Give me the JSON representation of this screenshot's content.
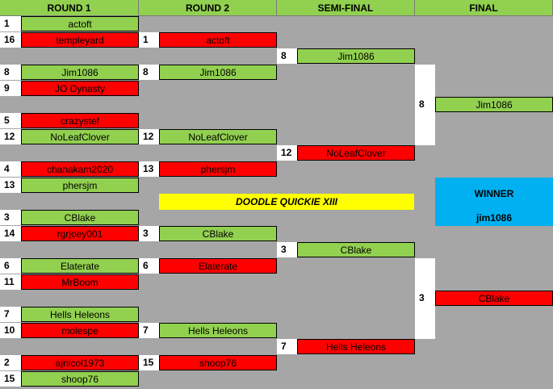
{
  "headers": [
    "ROUND 1",
    "ROUND 2",
    "SEMI-FINAL",
    "FINAL"
  ],
  "title": "DOODLE QUICKIE XIII",
  "winner": {
    "label": "WINNER",
    "name": "jim1086"
  },
  "colors": {
    "winner_cell": "#92d050",
    "loser_cell": "#ff0000",
    "header": "#92d050",
    "title_bar": "#ffff00",
    "winner_box": "#00b0f0",
    "background": "#a6a6a6"
  },
  "round1": [
    {
      "seed": "1",
      "name": "actoft",
      "result": "win"
    },
    {
      "seed": "16",
      "name": "templeyard",
      "result": "lose"
    },
    {
      "seed": "8",
      "name": "Jim1086",
      "result": "win"
    },
    {
      "seed": "9",
      "name": "JO Dynasty",
      "result": "lose"
    },
    {
      "seed": "5",
      "name": "crazystef",
      "result": "lose"
    },
    {
      "seed": "12",
      "name": "NoLeafClover",
      "result": "win"
    },
    {
      "seed": "4",
      "name": "chanakam2020",
      "result": "lose"
    },
    {
      "seed": "13",
      "name": "phersjm",
      "result": "win"
    },
    {
      "seed": "3",
      "name": "CBlake",
      "result": "win"
    },
    {
      "seed": "14",
      "name": "rgrjoey001",
      "result": "lose"
    },
    {
      "seed": "6",
      "name": "Elaterate",
      "result": "win"
    },
    {
      "seed": "11",
      "name": "MrBoom",
      "result": "lose"
    },
    {
      "seed": "7",
      "name": "Hells Heleons",
      "result": "win"
    },
    {
      "seed": "10",
      "name": "molespe",
      "result": "lose"
    },
    {
      "seed": "2",
      "name": "ajnicol1973",
      "result": "lose"
    },
    {
      "seed": "15",
      "name": "shoop76",
      "result": "win"
    }
  ],
  "round2": [
    {
      "seed": "1",
      "name": "actoft",
      "result": "lose"
    },
    {
      "seed": "8",
      "name": "Jim1086",
      "result": "win"
    },
    {
      "seed": "12",
      "name": "NoLeafClover",
      "result": "win"
    },
    {
      "seed": "13",
      "name": "phersjm",
      "result": "lose"
    },
    {
      "seed": "3",
      "name": "CBlake",
      "result": "win"
    },
    {
      "seed": "6",
      "name": "Elaterate",
      "result": "lose"
    },
    {
      "seed": "7",
      "name": "Hells Heleons",
      "result": "win"
    },
    {
      "seed": "15",
      "name": "shoop76",
      "result": "lose"
    }
  ],
  "semifinal": [
    {
      "seed": "8",
      "name": "Jim1086",
      "result": "win"
    },
    {
      "seed": "12",
      "name": "NoLeafClover",
      "result": "lose"
    },
    {
      "seed": "3",
      "name": "CBlake",
      "result": "win"
    },
    {
      "seed": "7",
      "name": "Hells Heleons",
      "result": "lose"
    }
  ],
  "final": [
    {
      "seed": "8",
      "name": "Jim1086",
      "result": "win"
    },
    {
      "seed": "3",
      "name": "CBlake",
      "result": "lose"
    }
  ]
}
